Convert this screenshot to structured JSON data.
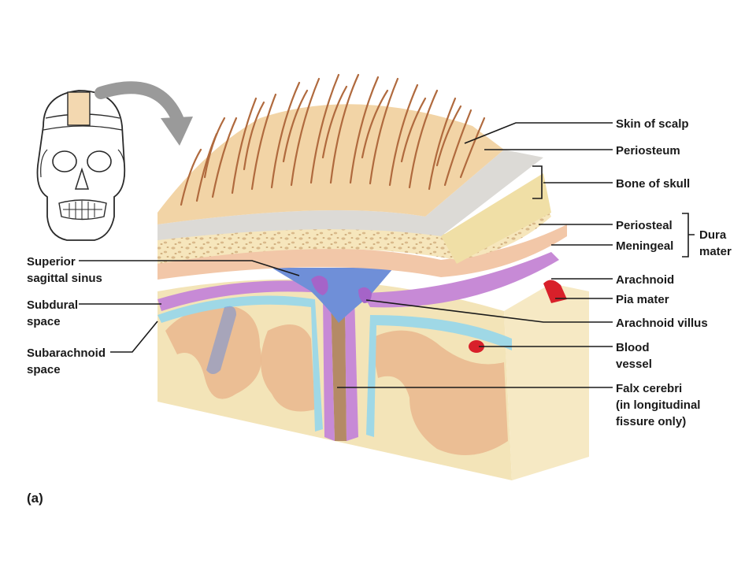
{
  "figure_label": "(a)",
  "colors": {
    "scalp": "#f2d4a6",
    "hair": "#b06a3e",
    "periosteum": "#dcdad6",
    "bone": "#f0dfa6",
    "bone_spongy": "#f6e6bc",
    "dura": "#f2c7a8",
    "arachnoid": "#c78ad6",
    "pia": "#9fd8e6",
    "sinus": "#6f8fd8",
    "brain": "#f3e4b8",
    "gyri": "#e9b78d",
    "blood": "#d8202a",
    "arrow": "#9a9a9a"
  },
  "labels": {
    "skin_of_scalp": "Skin of scalp",
    "periosteum": "Periosteum",
    "bone_of_skull": "Bone of skull",
    "periosteal": "Periosteal",
    "meningeal": "Meningeal",
    "dura_line1": "Dura",
    "dura_line2": "mater",
    "arachnoid": "Arachnoid",
    "pia_mater": "Pia mater",
    "arachnoid_villus": "Arachnoid villus",
    "blood_line1": "Blood",
    "blood_line2": "vessel",
    "falx_line1": "Falx cerebri",
    "falx_line2": "(in longitudinal",
    "falx_line3": "fissure only)",
    "superior_line1": "Superior",
    "superior_line2": "sagittal sinus",
    "subdural_line1": "Subdural",
    "subdural_line2": "space",
    "subarachnoid_line1": "Subarachnoid",
    "subarachnoid_line2": "space"
  }
}
